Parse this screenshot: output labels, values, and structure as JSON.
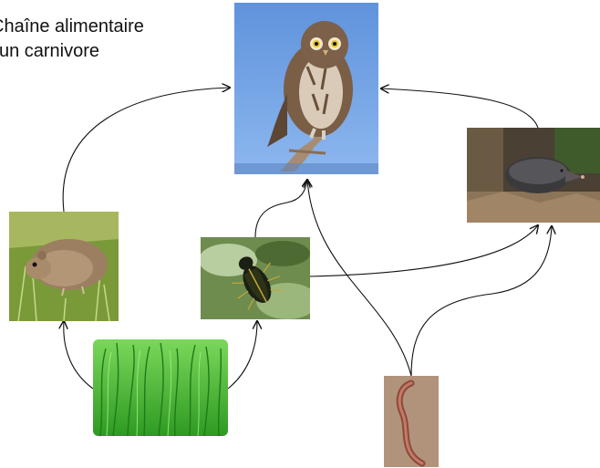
{
  "title": {
    "line1": "Chaîne alimentaire",
    "line2": "d'un carnivore"
  },
  "nodes": [
    {
      "id": "owl",
      "icon": "owl-photo"
    },
    {
      "id": "shrew",
      "icon": "shrew-photo"
    },
    {
      "id": "vole",
      "icon": "vole-photo"
    },
    {
      "id": "beetle",
      "icon": "beetle-photo"
    },
    {
      "id": "grass",
      "icon": "grass-photo"
    },
    {
      "id": "earthworm",
      "icon": "earthworm-photo"
    }
  ],
  "links": [
    {
      "from": "vole",
      "to": "owl"
    },
    {
      "from": "beetle",
      "to": "owl"
    },
    {
      "from": "shrew",
      "to": "owl"
    },
    {
      "from": "earthworm",
      "to": "owl"
    },
    {
      "from": "beetle",
      "to": "shrew"
    },
    {
      "from": "earthworm",
      "to": "shrew"
    },
    {
      "from": "grass",
      "to": "vole"
    },
    {
      "from": "grass",
      "to": "beetle"
    }
  ],
  "colors": {
    "sky": "#6f9ee0",
    "grass": "#3fb52e",
    "arrow": "#111111"
  }
}
